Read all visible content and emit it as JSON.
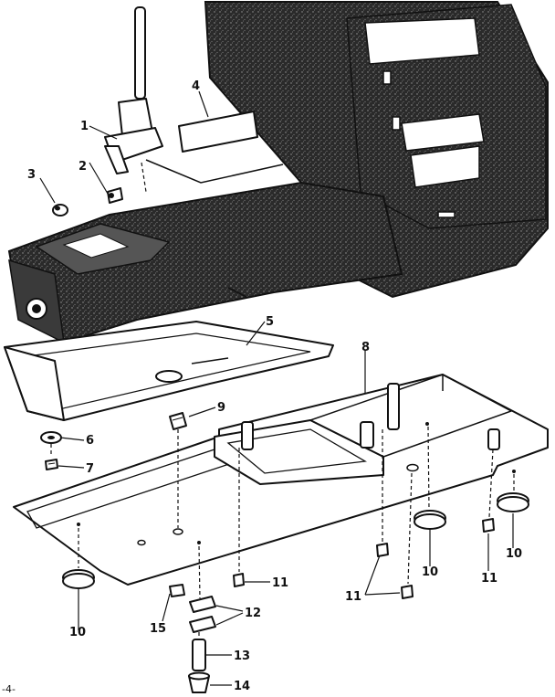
{
  "callouts": [
    {
      "id": "c1",
      "text": "1"
    },
    {
      "id": "c2",
      "text": "2"
    },
    {
      "id": "c3",
      "text": "3"
    },
    {
      "id": "c4",
      "text": "4"
    },
    {
      "id": "c5",
      "text": "5"
    },
    {
      "id": "c6",
      "text": "6"
    },
    {
      "id": "c7",
      "text": "7"
    },
    {
      "id": "c8",
      "text": "8"
    },
    {
      "id": "c9",
      "text": "9"
    },
    {
      "id": "c10a",
      "text": "10"
    },
    {
      "id": "c10b",
      "text": "10"
    },
    {
      "id": "c10c",
      "text": "10"
    },
    {
      "id": "c11a",
      "text": "11"
    },
    {
      "id": "c11b",
      "text": "11"
    },
    {
      "id": "c11c",
      "text": "11"
    },
    {
      "id": "c12",
      "text": "12"
    },
    {
      "id": "c13",
      "text": "13"
    },
    {
      "id": "c14",
      "text": "14"
    },
    {
      "id": "c15",
      "text": "15"
    }
  ],
  "page_number": "-4-"
}
